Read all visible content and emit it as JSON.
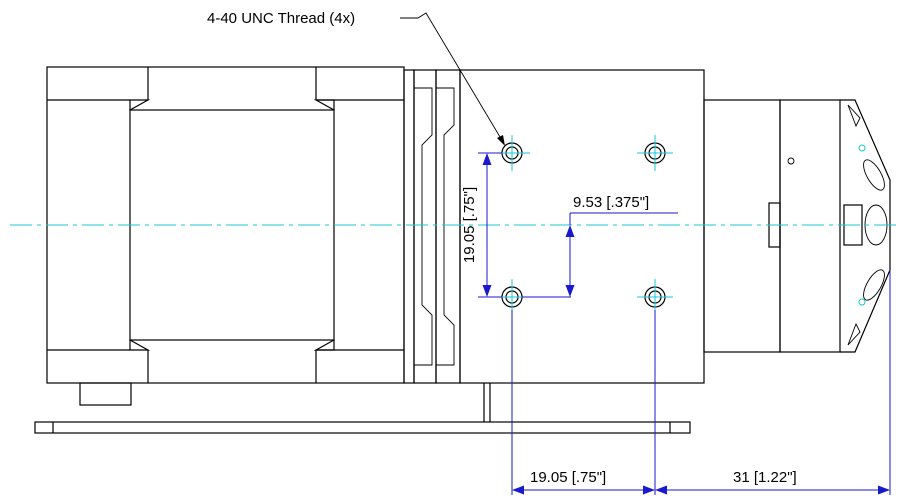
{
  "callout": {
    "thread_note": "4-40 UNC Thread (4x)"
  },
  "dimensions": {
    "vertical_spacing": "19.05 [.75\"]",
    "offset": "9.53 [.375\"]",
    "horizontal_spacing": "19.05 [.75\"]",
    "overall": "31 [1.22\"]"
  },
  "colors": {
    "outline": "#000000",
    "centerline": "#19c7d6",
    "dimension": "#1a1acc"
  }
}
